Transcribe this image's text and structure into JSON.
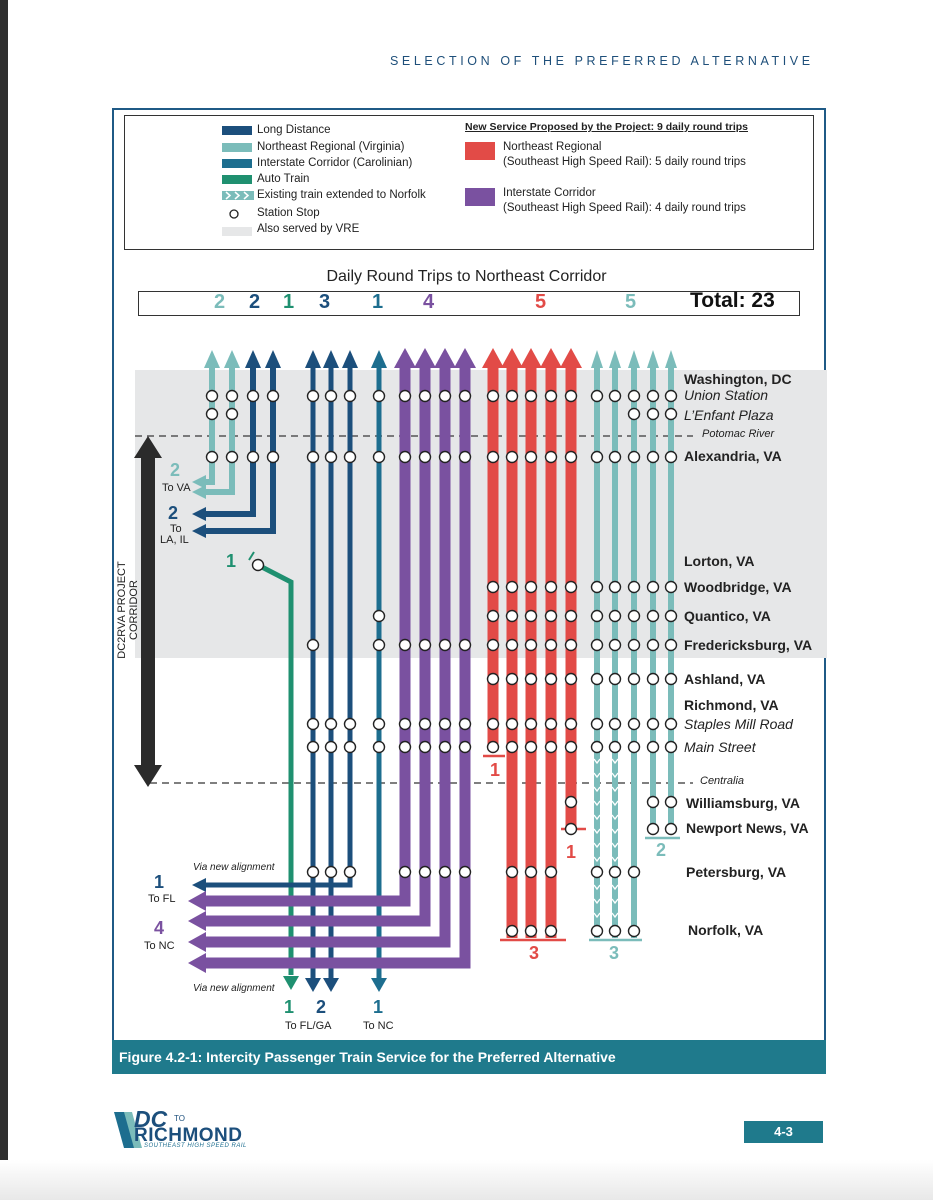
{
  "header": {
    "title": "SELECTION OF THE PREFERRED ALTERNATIVE"
  },
  "legend": {
    "existing": [
      {
        "label": "Long Distance",
        "color": "#1c4f7c"
      },
      {
        "label": "Northeast Regional (Virginia)",
        "color": "#7bbcba"
      },
      {
        "label": "Interstate Corridor (Carolinian)",
        "color": "#1d6e8f"
      },
      {
        "label": "Auto Train",
        "color": "#1f9070"
      },
      {
        "label": "Existing train extended to Norfolk",
        "color": "#7bbcba"
      },
      {
        "label": "Station Stop",
        "color": "#ffffff"
      },
      {
        "label": "Also served by VRE",
        "color": "#e6e7e8"
      }
    ],
    "new_title": "New Service Proposed by the Project: 9 daily round trips",
    "new": [
      {
        "line1": "Northeast Regional",
        "line2": "(Southeast High Speed Rail): 5 daily round trips",
        "color": "#e24b47"
      },
      {
        "line1": "Interstate Corridor",
        "line2": "(Southeast High Speed Rail): 4 daily round trips",
        "color": "#7a51a0"
      }
    ]
  },
  "daily": {
    "title": "Daily Round Trips to Northeast Corridor",
    "counts": [
      {
        "value": "2",
        "color": "#7bbcba"
      },
      {
        "value": "2",
        "color": "#1c4f7c"
      },
      {
        "value": "1",
        "color": "#1f9070"
      },
      {
        "value": "3",
        "color": "#1c4f7c"
      },
      {
        "value": "1",
        "color": "#1d6e8f"
      },
      {
        "value": "4",
        "color": "#7a51a0"
      },
      {
        "value": "5",
        "color": "#e24b47"
      },
      {
        "value": "5",
        "color": "#7bbcba"
      }
    ],
    "total": "Total: 23"
  },
  "stations": {
    "washington": "Washington, DC",
    "union": "Union Station",
    "lenfant": "L’Enfant Plaza",
    "potomac": "Potomac River",
    "alexandria": "Alexandria, VA",
    "lorton": "Lorton, VA",
    "woodbridge": "Woodbridge, VA",
    "quantico": "Quantico, VA",
    "fredericksburg": "Fredericksburg, VA",
    "ashland": "Ashland, VA",
    "richmond": "Richmond, VA",
    "staples": "Staples Mill Road",
    "main": "Main Street",
    "centralia": "Centralia",
    "williamsburg": "Williamsburg, VA",
    "newport": "Newport News, VA",
    "petersburg": "Petersburg, VA",
    "norfolk": "Norfolk, VA"
  },
  "branches": {
    "to_va_n": "2",
    "to_va": "To VA",
    "to_la_n": "2",
    "to_la1": "To",
    "to_la2": "LA, IL",
    "auto_n": "1",
    "to_fl_n": "1",
    "to_fl": "To FL",
    "to_nc_n": "4",
    "to_nc": "To NC",
    "via1": "Via new alignment",
    "via2": "Via new alignment",
    "bottom1_n": "1",
    "bottom2_n": "2",
    "bottom_flga": "To FL/GA",
    "bottom3_n": "1",
    "bottom_nc": "To NC",
    "red_richmond": "1",
    "red_newport": "1",
    "red_norfolk": "3",
    "teal_norfolk": "3",
    "teal_newport": "2"
  },
  "corridor_label": "DC2RVA PROJECT CORRIDOR",
  "caption": "Figure 4.2-1: Intercity Passenger Train Service for the Preferred Alternative",
  "logo": {
    "top": "DC",
    "to": "TO",
    "main": "RICHMOND",
    "sub": "SOUTHEAST HIGH SPEED RAIL"
  },
  "page_number": "4-3"
}
